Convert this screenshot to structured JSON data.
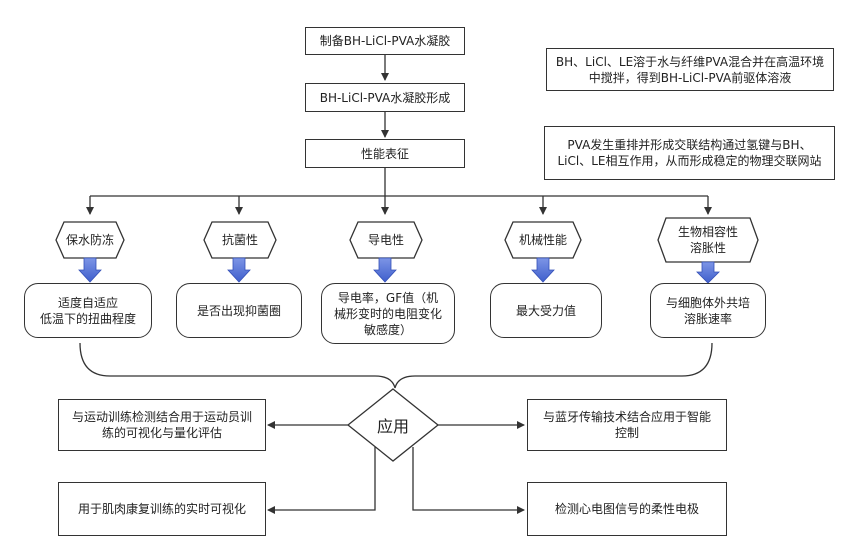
{
  "process": {
    "step1": "制备BH-LiCl-PVA水凝胶",
    "step2": "BH-LiCl-PVA水凝胶形成",
    "step3": "性能表征"
  },
  "notes": {
    "note1": "BH、LiCl、LE溶于水与纤维PVA混合并在高温环境中搅拌，得到BH-LiCl-PVA前驱体溶液",
    "note2": "PVA发生重排并形成交联结构通过氢键与BH、LiCl、LE相互作用，从而形成稳定的物理交联网站"
  },
  "properties": [
    {
      "name": "保水防冻",
      "detail": "适度自适应\n低温下的扭曲程度"
    },
    {
      "name": "抗菌性",
      "detail": "是否出现抑菌圈"
    },
    {
      "name": "导电性",
      "detail": "导电率，GF值（机械形变时的电阻变化敏感度）"
    },
    {
      "name": "机械性能",
      "detail": "最大受力值"
    },
    {
      "name": "生物相容性\n溶胀性",
      "detail": "与细胞体外共培\n溶胀速率"
    }
  ],
  "application": {
    "label": "应用",
    "uses": [
      "与运动训练检测结合用于运动员训练的可视化与量化评估",
      "与蓝牙传输技术结合应用于智能控制",
      "用于肌肉康复训练的实时可视化",
      "检测心电图信号的柔性电极"
    ]
  },
  "colors": {
    "arrow_blue": "#4f6fd6",
    "line": "#333333"
  }
}
